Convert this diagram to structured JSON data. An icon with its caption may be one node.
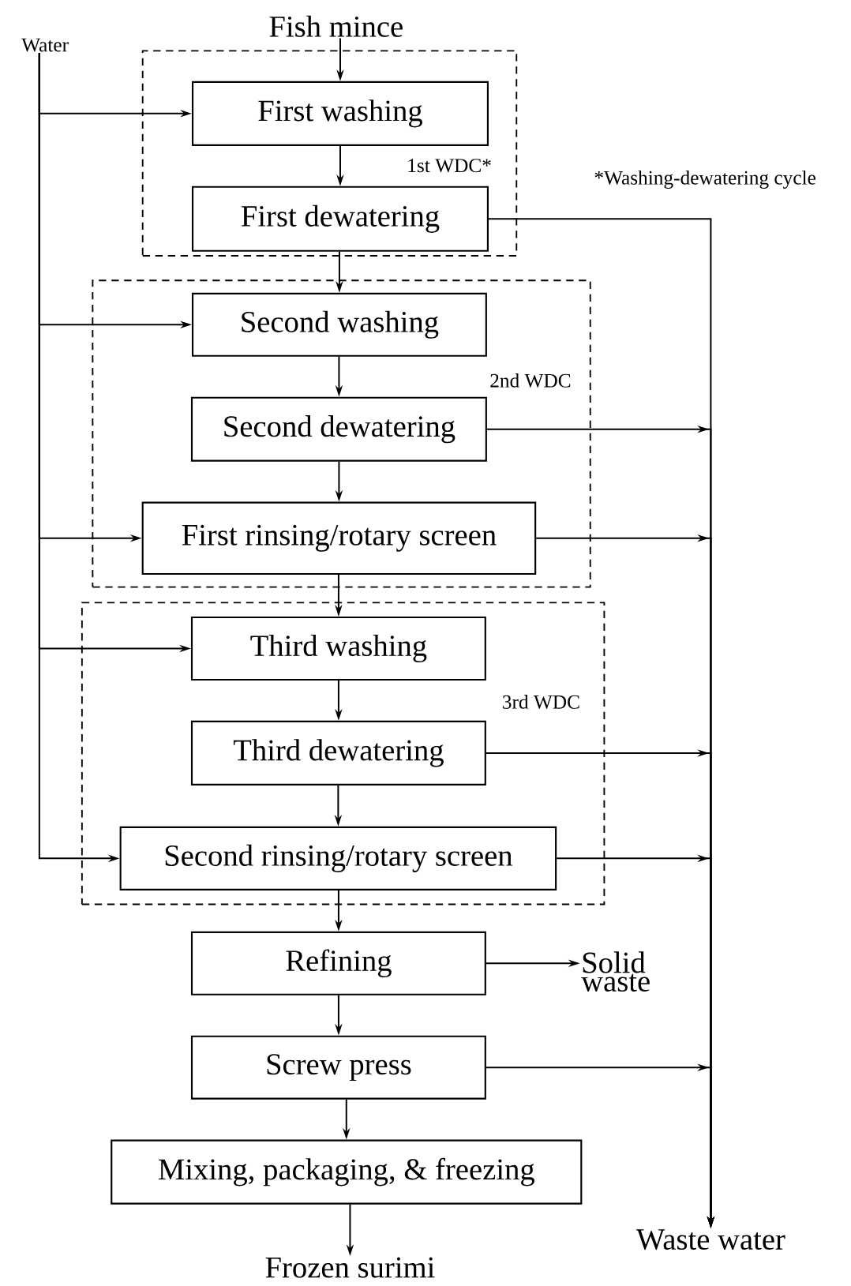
{
  "diagram": {
    "nodes": [
      {
        "text": [
          "Fish mince"
        ]
      },
      {
        "text": [
          "Water"
        ]
      },
      {
        "text": [
          "1st WDC*"
        ]
      },
      {
        "text": [
          "First washing"
        ],
        "in": 2
      },
      {
        "text": [
          "First dewatering"
        ],
        "in": 2
      },
      {
        "text": [
          "2nd WDC"
        ]
      },
      {
        "text": [
          "Second washing"
        ],
        "in": 5
      },
      {
        "text": [
          "Second dewatering"
        ],
        "in": 5
      },
      {
        "text": [
          "First rinsing/rotary screen"
        ],
        "in": 5
      },
      {
        "text": [
          "3rd WDC"
        ]
      },
      {
        "text": [
          "Third washing"
        ],
        "in": 9
      },
      {
        "text": [
          "Third dewatering"
        ],
        "in": 9
      },
      {
        "text": [
          "Second rinsing/rotary screen"
        ],
        "in": 9
      },
      {
        "text": [
          "Refining"
        ]
      },
      {
        "text": [
          "Solid waste"
        ]
      },
      {
        "text": [
          "Screw press"
        ]
      },
      {
        "text": [
          "Mixing, packaging, & freezing"
        ]
      },
      {
        "text": [
          "Frozen surimi"
        ]
      },
      {
        "text": [
          "Waste water"
        ]
      }
    ],
    "edges": [
      {
        "from": 0,
        "to": 3,
        "arrow": "to"
      },
      {
        "from": 3,
        "to": 4,
        "arrow": "to"
      },
      {
        "from": 4,
        "to": 6,
        "arrow": "to"
      },
      {
        "from": 6,
        "to": 7,
        "arrow": "to"
      },
      {
        "from": 7,
        "to": 8,
        "arrow": "to"
      },
      {
        "from": 8,
        "to": 10,
        "arrow": "to"
      },
      {
        "from": 10,
        "to": 11,
        "arrow": "to"
      },
      {
        "from": 11,
        "to": 12,
        "arrow": "to"
      },
      {
        "from": 12,
        "to": 13,
        "arrow": "to"
      },
      {
        "from": 13,
        "to": 15,
        "arrow": "to"
      },
      {
        "from": 15,
        "to": 16,
        "arrow": "to"
      },
      {
        "from": 16,
        "to": 17,
        "arrow": "to"
      },
      {
        "from": 13,
        "to": 14,
        "arrow": "to"
      },
      {
        "from": 1,
        "to": 3,
        "arrow": "to"
      },
      {
        "from": 1,
        "to": 6,
        "arrow": "to"
      },
      {
        "from": 1,
        "to": 8,
        "arrow": "to"
      },
      {
        "from": 1,
        "to": 10,
        "arrow": "to"
      },
      {
        "from": 1,
        "to": 12,
        "arrow": "to"
      },
      {
        "from": 4,
        "to": 18,
        "arrow": "to"
      },
      {
        "from": 7,
        "to": 18,
        "arrow": "to"
      },
      {
        "from": 8,
        "to": 18,
        "arrow": "to"
      },
      {
        "from": 11,
        "to": 18,
        "arrow": "to"
      },
      {
        "from": 12,
        "to": 18,
        "arrow": "to"
      },
      {
        "from": 15,
        "to": 18,
        "arrow": "to"
      }
    ],
    "labels": [
      "*Washing-dewatering cycle"
    ]
  }
}
